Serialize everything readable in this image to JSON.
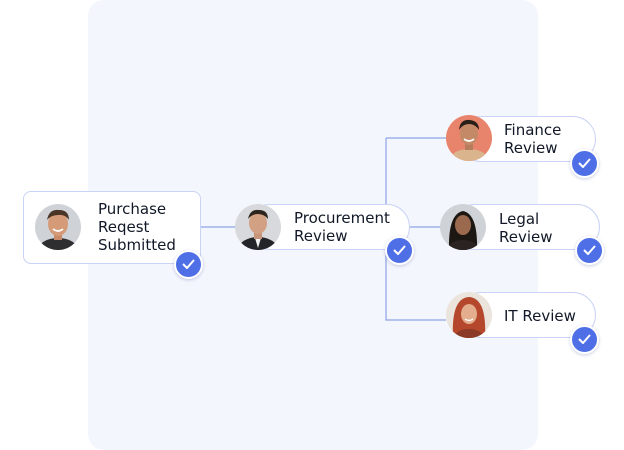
{
  "nodes": {
    "purchase": {
      "lines": [
        "Purchase",
        "Reqest",
        "Submitted"
      ]
    },
    "procurement": {
      "lines": [
        "Procurement",
        "Review"
      ]
    },
    "finance": {
      "lines": [
        "Finance",
        "Review"
      ]
    },
    "legal": {
      "lines": [
        "Legal",
        "Review"
      ]
    },
    "it": {
      "lines": [
        "IT Review"
      ]
    }
  },
  "colors": {
    "panel": "#f4f6fd",
    "node_border": "#c9d3f5",
    "connector": "#8da2e6",
    "check": "#4f6fe6"
  }
}
